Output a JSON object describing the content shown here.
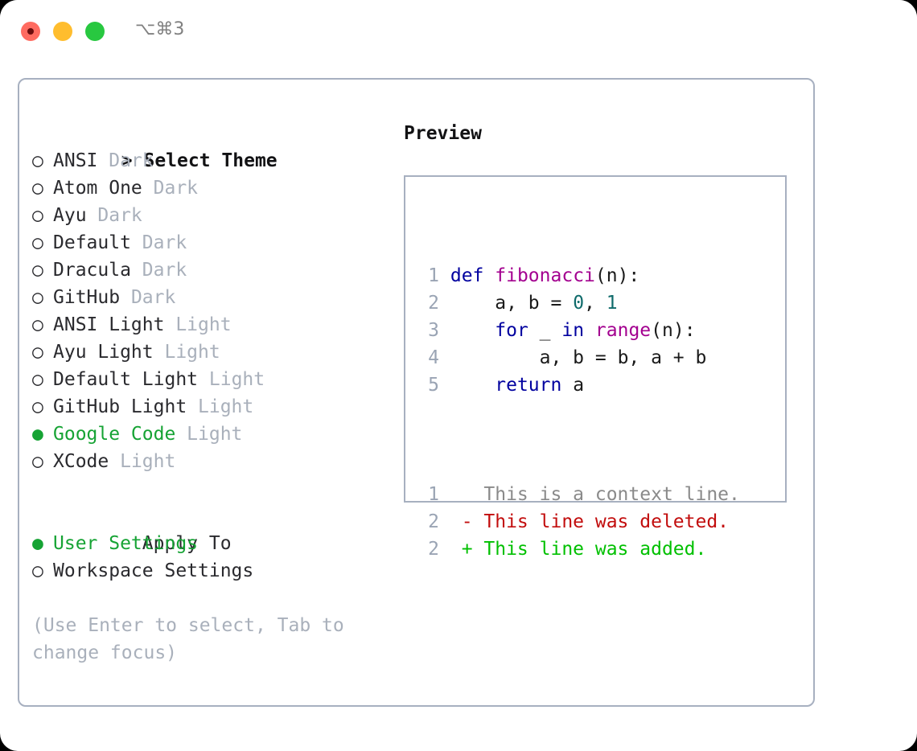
{
  "titlebar": {
    "shortcut": "⌥⌘3",
    "buttons": {
      "close": "close-window",
      "minimize": "minimize-window",
      "maximize": "maximize-window"
    }
  },
  "left": {
    "heading_prefix": "> ",
    "heading": "Select Theme",
    "themes": [
      {
        "bullet": "○ ",
        "name": "ANSI",
        "variant": "Dark",
        "selected": false
      },
      {
        "bullet": "○ ",
        "name": "Atom One",
        "variant": "Dark",
        "selected": false
      },
      {
        "bullet": "○ ",
        "name": "Ayu",
        "variant": "Dark",
        "selected": false
      },
      {
        "bullet": "○ ",
        "name": "Default",
        "variant": "Dark",
        "selected": false
      },
      {
        "bullet": "○ ",
        "name": "Dracula",
        "variant": "Dark",
        "selected": false
      },
      {
        "bullet": "○ ",
        "name": "GitHub",
        "variant": "Dark",
        "selected": false
      },
      {
        "bullet": "○ ",
        "name": "ANSI Light",
        "variant": "Light",
        "selected": false
      },
      {
        "bullet": "○ ",
        "name": "Ayu Light",
        "variant": "Light",
        "selected": false
      },
      {
        "bullet": "○ ",
        "name": "Default Light",
        "variant": "Light",
        "selected": false
      },
      {
        "bullet": "○ ",
        "name": "GitHub Light",
        "variant": "Light",
        "selected": false
      },
      {
        "bullet": "● ",
        "name": "Google Code",
        "variant": "Light",
        "selected": true
      },
      {
        "bullet": "○ ",
        "name": "XCode",
        "variant": "Light",
        "selected": false
      }
    ],
    "apply_to": {
      "header": "Apply To",
      "options": [
        {
          "bullet": "● ",
          "name": "User Settings",
          "selected": true
        },
        {
          "bullet": "○ ",
          "name": "Workspace Settings",
          "selected": false
        }
      ]
    },
    "hint": "(Use Enter to select, Tab to change focus)"
  },
  "right": {
    "preview_title": "Preview",
    "code_lines": [
      {
        "num": "1",
        "tokens": [
          {
            "t": "def",
            "c": "kw"
          },
          {
            "t": " ",
            "c": "pl"
          },
          {
            "t": "fibonacci",
            "c": "fn"
          },
          {
            "t": "(n):",
            "c": "pl"
          }
        ]
      },
      {
        "num": "2",
        "tokens": [
          {
            "t": "    a, b = ",
            "c": "pl"
          },
          {
            "t": "0",
            "c": "num"
          },
          {
            "t": ", ",
            "c": "pl"
          },
          {
            "t": "1",
            "c": "num"
          }
        ]
      },
      {
        "num": "3",
        "tokens": [
          {
            "t": "    ",
            "c": "pl"
          },
          {
            "t": "for",
            "c": "kw"
          },
          {
            "t": " _ ",
            "c": "pl"
          },
          {
            "t": "in",
            "c": "kw"
          },
          {
            "t": " ",
            "c": "pl"
          },
          {
            "t": "range",
            "c": "fn"
          },
          {
            "t": "(n):",
            "c": "pl"
          }
        ]
      },
      {
        "num": "4",
        "tokens": [
          {
            "t": "        a, b = b, a + b",
            "c": "pl"
          }
        ]
      },
      {
        "num": "5",
        "tokens": [
          {
            "t": "    ",
            "c": "pl"
          },
          {
            "t": "return",
            "c": "kw"
          },
          {
            "t": " a",
            "c": "pl"
          }
        ]
      }
    ],
    "diff_lines": [
      {
        "num": "1",
        "marker": "  ",
        "text": "This is a context line.",
        "kind": "ctx"
      },
      {
        "num": "2",
        "marker": "- ",
        "text": "This line was deleted.",
        "kind": "del"
      },
      {
        "num": "2",
        "marker": "+ ",
        "text": "This line was added.",
        "kind": "add"
      }
    ]
  },
  "colors": {
    "accent_green": "#16a334",
    "dim_gray": "#a9b0bb",
    "border": "#a7b0c0",
    "keyword": "#00009f",
    "function": "#a3008f",
    "number": "#0f6b6b",
    "diff_add": "#00c000",
    "diff_del": "#c20d0d",
    "diff_ctx": "#8a8a8a",
    "linenum": "#9aa4b4",
    "traffic_red": "#ff6b60",
    "traffic_yellow": "#ffbd2e",
    "traffic_green": "#28c840"
  }
}
